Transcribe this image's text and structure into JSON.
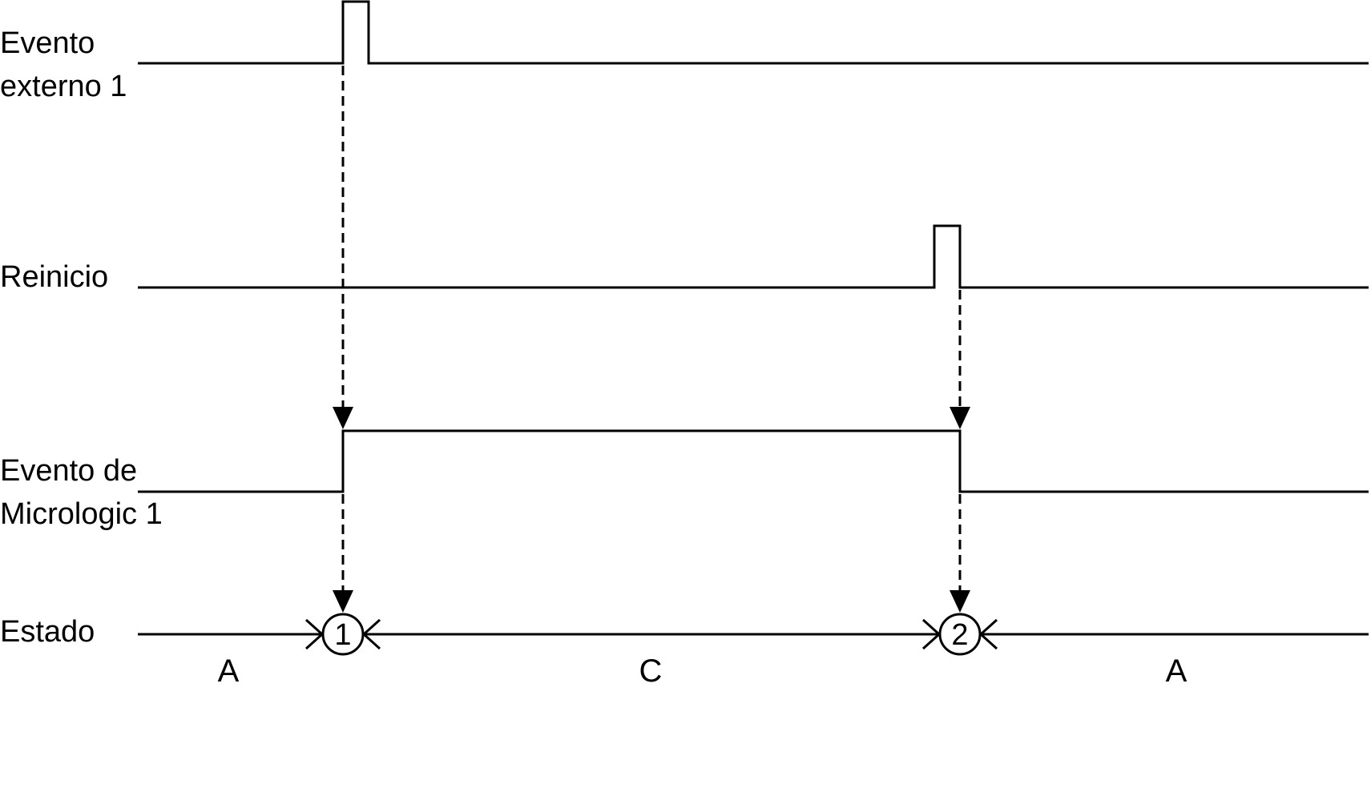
{
  "signals": [
    {
      "label_lines": [
        "Evento",
        "externo 1"
      ]
    },
    {
      "label_lines": [
        "Reinicio"
      ]
    },
    {
      "label_lines": [
        "Evento de",
        "Micrologic 1"
      ]
    },
    {
      "label_lines": [
        "Estado"
      ]
    }
  ],
  "markers": [
    "1",
    "2"
  ],
  "states": [
    "A",
    "C",
    "A"
  ]
}
